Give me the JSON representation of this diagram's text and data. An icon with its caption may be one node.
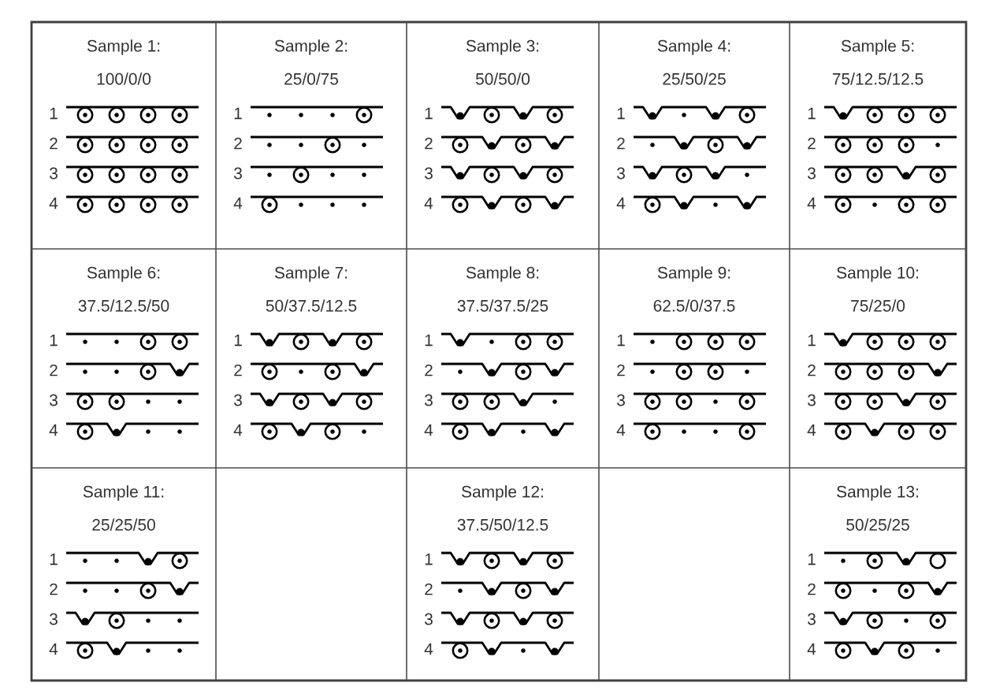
{
  "diagram": {
    "labels": [
      "Sample 1:",
      "100/0/0",
      "1",
      "2",
      "3",
      "4",
      "Sample 2:",
      "25/0/75",
      "1",
      "2",
      "3",
      "4",
      "Sample 3:",
      "50/50/0",
      "1",
      "2",
      "3",
      "4",
      "Sample 4:",
      "25/50/25",
      "1",
      "2",
      "3",
      "4",
      "Sample 5:",
      "75/12.5/12.5",
      "1",
      "2",
      "3",
      "4",
      "Sample 6:",
      "37.5/12.5/50",
      "1",
      "2",
      "3",
      "4",
      "Sample 7:",
      "50/37.5/12.5",
      "1",
      "2",
      "3",
      "4",
      "Sample 8:",
      "37.5/37.5/25",
      "1",
      "2",
      "3",
      "4",
      "Sample 9:",
      "62.5/0/37.5",
      "1",
      "2",
      "3",
      "4",
      "Sample 10:",
      "75/25/0",
      "1",
      "2",
      "3",
      "4",
      "Sample 11:",
      "25/25/50",
      "1",
      "2",
      "3",
      "4",
      "Sample 12:",
      "37.5/50/12.5",
      "1",
      "2",
      "3",
      "4",
      "Sample 13:",
      "50/25/25",
      "1",
      "2",
      "3",
      "4"
    ]
  }
}
